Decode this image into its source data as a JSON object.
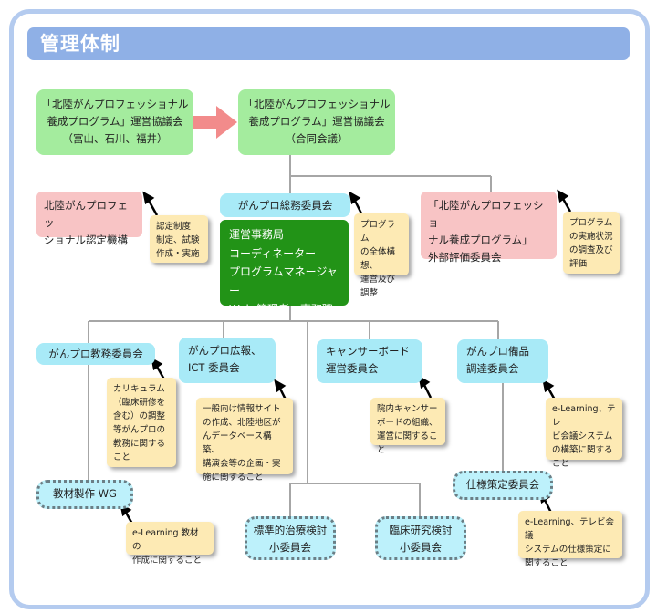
{
  "title": "管理体制",
  "council_left": {
    "line1": "「北陸がんプロフェッショナル",
    "line2": "養成プログラム」運営協議会",
    "line3": "（富山、石川、福井）"
  },
  "council_right": {
    "line1": "「北陸がんプロフェッショナル",
    "line2": "養成プログラム」運営協議会",
    "line3": "（合同会議）"
  },
  "certification": {
    "line1": "北陸がんプロフェッ",
    "line2": "ショナル認定機構"
  },
  "cert_note": {
    "line1": "認定制度",
    "line2": "制定、試験",
    "line3": "作成・実施"
  },
  "general_committee": "がんプロ総務委員会",
  "office": {
    "line1": "運営事務局",
    "line2": "コーディネーター",
    "line3": "プログラムマネージャー",
    "line4": "Web 管理者　事務職員"
  },
  "general_note": {
    "line1": "プログラム",
    "line2": "の全体構想、",
    "line3": "運営及び",
    "line4": "調整"
  },
  "external": {
    "line1": "「北陸がんプロフェッショ",
    "line2": "ナル養成プログラム」",
    "line3": "外部評価委員会"
  },
  "external_note": {
    "line1": "プログラム",
    "line2": "の実施状況",
    "line3": "の調査及び",
    "line4": "評価"
  },
  "education": "がんプロ教務委員会",
  "education_note": {
    "line1": "カリキュラム",
    "line2": "（臨床研修を",
    "line3": "含む）の調整",
    "line4": "等がんプロの",
    "line5": "教務に関する",
    "line6": "こと"
  },
  "pr": {
    "line1": "がんプロ広報、",
    "line2": "ICT 委員会"
  },
  "pr_note": {
    "line1": "一般向け情報サイト",
    "line2": "の作成、北陸地区が",
    "line3": "んデータベース構築、",
    "line4": "講演会等の企画・実",
    "line5": "施に関すること"
  },
  "cancer_board": {
    "line1": "キャンサーボード",
    "line2": "運営委員会"
  },
  "cancer_board_note": {
    "line1": "院内キャンサー",
    "line2": "ボードの組織、",
    "line3": "運営に関すること"
  },
  "equipment": {
    "line1": "がんプロ備品",
    "line2": "調達委員会"
  },
  "equipment_note": {
    "line1": "e-Learning、テレ",
    "line2": "ビ会議システム",
    "line3": "の構築に関する",
    "line4": "こと"
  },
  "materials_wg": "教材製作 WG",
  "materials_note": {
    "line1": "e-Learning 教材の",
    "line2": "作成に関すること"
  },
  "standard_treatment": {
    "line1": "標準的治療検討",
    "line2": "小委員会"
  },
  "clinical_research": {
    "line1": "臨床研究検討",
    "line2": "小委員会"
  },
  "spec_committee": "仕様策定委員会",
  "spec_note": {
    "line1": "e-Learning、テレビ会議",
    "line2": "システムの仕様策定に",
    "line3": "関すること"
  },
  "colors": {
    "frame": "#b4cbef",
    "title_bar": "#8fb0e6",
    "green_box": "#a4ec9e",
    "dark_green": "#229317",
    "pink_box": "#f8c4c5",
    "cyan_box": "#a8eaf7",
    "note": "#fdeab4",
    "arrow": "#f28b8b",
    "connector": "#a6a6a6"
  }
}
